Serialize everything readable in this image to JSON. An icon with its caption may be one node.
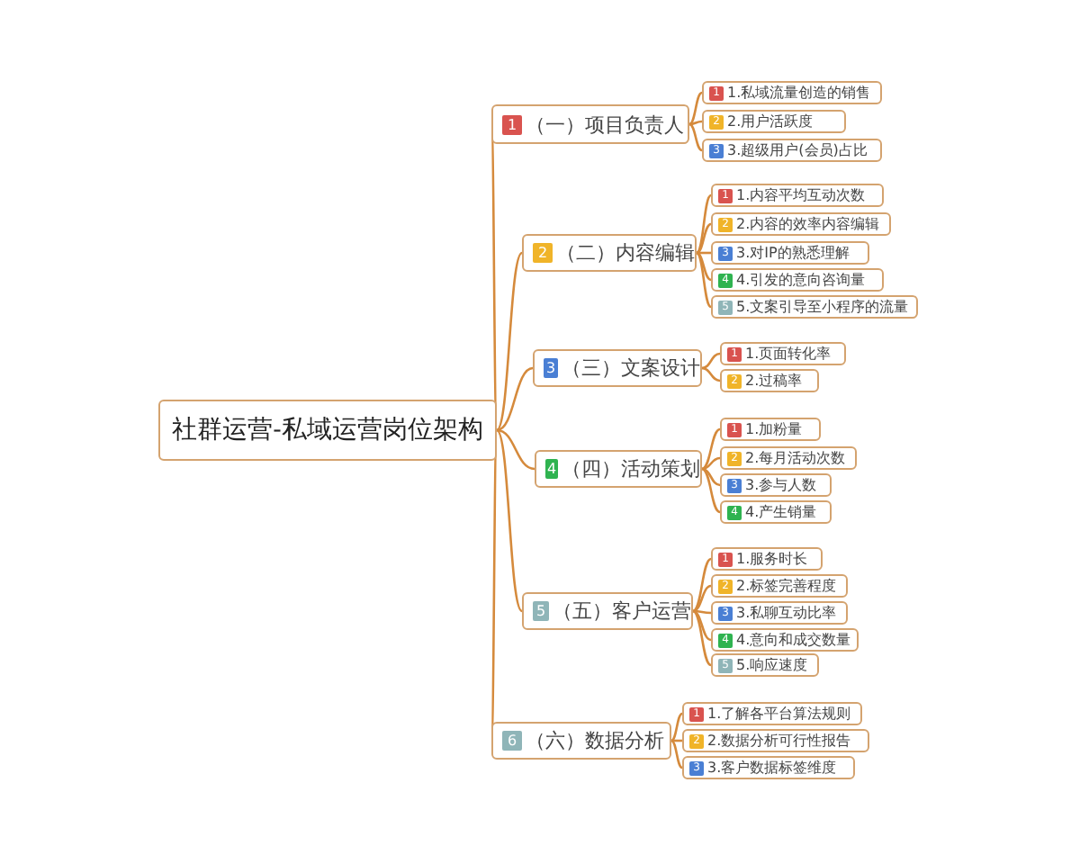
{
  "diagram": {
    "nodes": [
      {
        "text": [
          "社群运营-私域运营岗位架构"
        ]
      },
      {
        "text": [
          "1",
          "（一）项目负责人"
        ]
      },
      {
        "text": [
          "1",
          "1.私域流量创造的销售"
        ]
      },
      {
        "text": [
          "2",
          "2.用户活跃度"
        ]
      },
      {
        "text": [
          "3",
          "3.超级用户(会员)占比"
        ]
      },
      {
        "text": [
          "2",
          "（二）内容编辑"
        ]
      },
      {
        "text": [
          "1",
          "1.内容平均互动次数"
        ]
      },
      {
        "text": [
          "2",
          "2.内容的效率内容编辑"
        ]
      },
      {
        "text": [
          "3",
          "3.对IP的熟悉理解"
        ]
      },
      {
        "text": [
          "4",
          "4.引发的意向咨询量"
        ]
      },
      {
        "text": [
          "5",
          "5.文案引导至小程序的流量"
        ]
      },
      {
        "text": [
          "3",
          "（三）文案设计"
        ]
      },
      {
        "text": [
          "1",
          "1.页面转化率"
        ]
      },
      {
        "text": [
          "2",
          "2.过稿率"
        ]
      },
      {
        "text": [
          "4",
          "（四）活动策划"
        ]
      },
      {
        "text": [
          "1",
          "1.加粉量"
        ]
      },
      {
        "text": [
          "2",
          "2.每月活动次数"
        ]
      },
      {
        "text": [
          "3",
          "3.参与人数"
        ]
      },
      {
        "text": [
          "4",
          "4.产生销量"
        ]
      },
      {
        "text": [
          "5",
          "（五）客户运营"
        ]
      },
      {
        "text": [
          "1",
          "1.服务时长"
        ]
      },
      {
        "text": [
          "2",
          "2.标签完善程度"
        ]
      },
      {
        "text": [
          "3",
          "3.私聊互动比率"
        ]
      },
      {
        "text": [
          "4",
          "4.意向和成交数量"
        ]
      },
      {
        "text": [
          "5",
          "5.响应速度"
        ]
      },
      {
        "text": [
          "6",
          "（六）数据分析"
        ]
      },
      {
        "text": [
          "1",
          "1.了解各平台算法规则"
        ]
      },
      {
        "text": [
          "2",
          "2.数据分析可行性报告"
        ]
      },
      {
        "text": [
          "3",
          "3.客户数据标签维度"
        ]
      }
    ],
    "edges": [
      {
        "from": 0,
        "to": 1,
        "arrow": "none"
      },
      {
        "from": 0,
        "to": 5,
        "arrow": "none"
      },
      {
        "from": 0,
        "to": 11,
        "arrow": "none"
      },
      {
        "from": 0,
        "to": 14,
        "arrow": "none"
      },
      {
        "from": 0,
        "to": 19,
        "arrow": "none"
      },
      {
        "from": 0,
        "to": 25,
        "arrow": "none"
      },
      {
        "from": 1,
        "to": 2,
        "arrow": "none"
      },
      {
        "from": 1,
        "to": 3,
        "arrow": "none"
      },
      {
        "from": 1,
        "to": 4,
        "arrow": "none"
      },
      {
        "from": 5,
        "to": 6,
        "arrow": "none"
      },
      {
        "from": 5,
        "to": 7,
        "arrow": "none"
      },
      {
        "from": 5,
        "to": 8,
        "arrow": "none"
      },
      {
        "from": 5,
        "to": 9,
        "arrow": "none"
      },
      {
        "from": 5,
        "to": 10,
        "arrow": "none"
      },
      {
        "from": 11,
        "to": 12,
        "arrow": "none"
      },
      {
        "from": 11,
        "to": 13,
        "arrow": "none"
      },
      {
        "from": 14,
        "to": 15,
        "arrow": "none"
      },
      {
        "from": 14,
        "to": 16,
        "arrow": "none"
      },
      {
        "from": 14,
        "to": 17,
        "arrow": "none"
      },
      {
        "from": 14,
        "to": 18,
        "arrow": "none"
      },
      {
        "from": 19,
        "to": 20,
        "arrow": "none"
      },
      {
        "from": 19,
        "to": 21,
        "arrow": "none"
      },
      {
        "from": 19,
        "to": 22,
        "arrow": "none"
      },
      {
        "from": 19,
        "to": 23,
        "arrow": "none"
      },
      {
        "from": 19,
        "to": 24,
        "arrow": "none"
      },
      {
        "from": 25,
        "to": 26,
        "arrow": "none"
      },
      {
        "from": 25,
        "to": 27,
        "arrow": "none"
      },
      {
        "from": 25,
        "to": 28,
        "arrow": "none"
      }
    ]
  }
}
